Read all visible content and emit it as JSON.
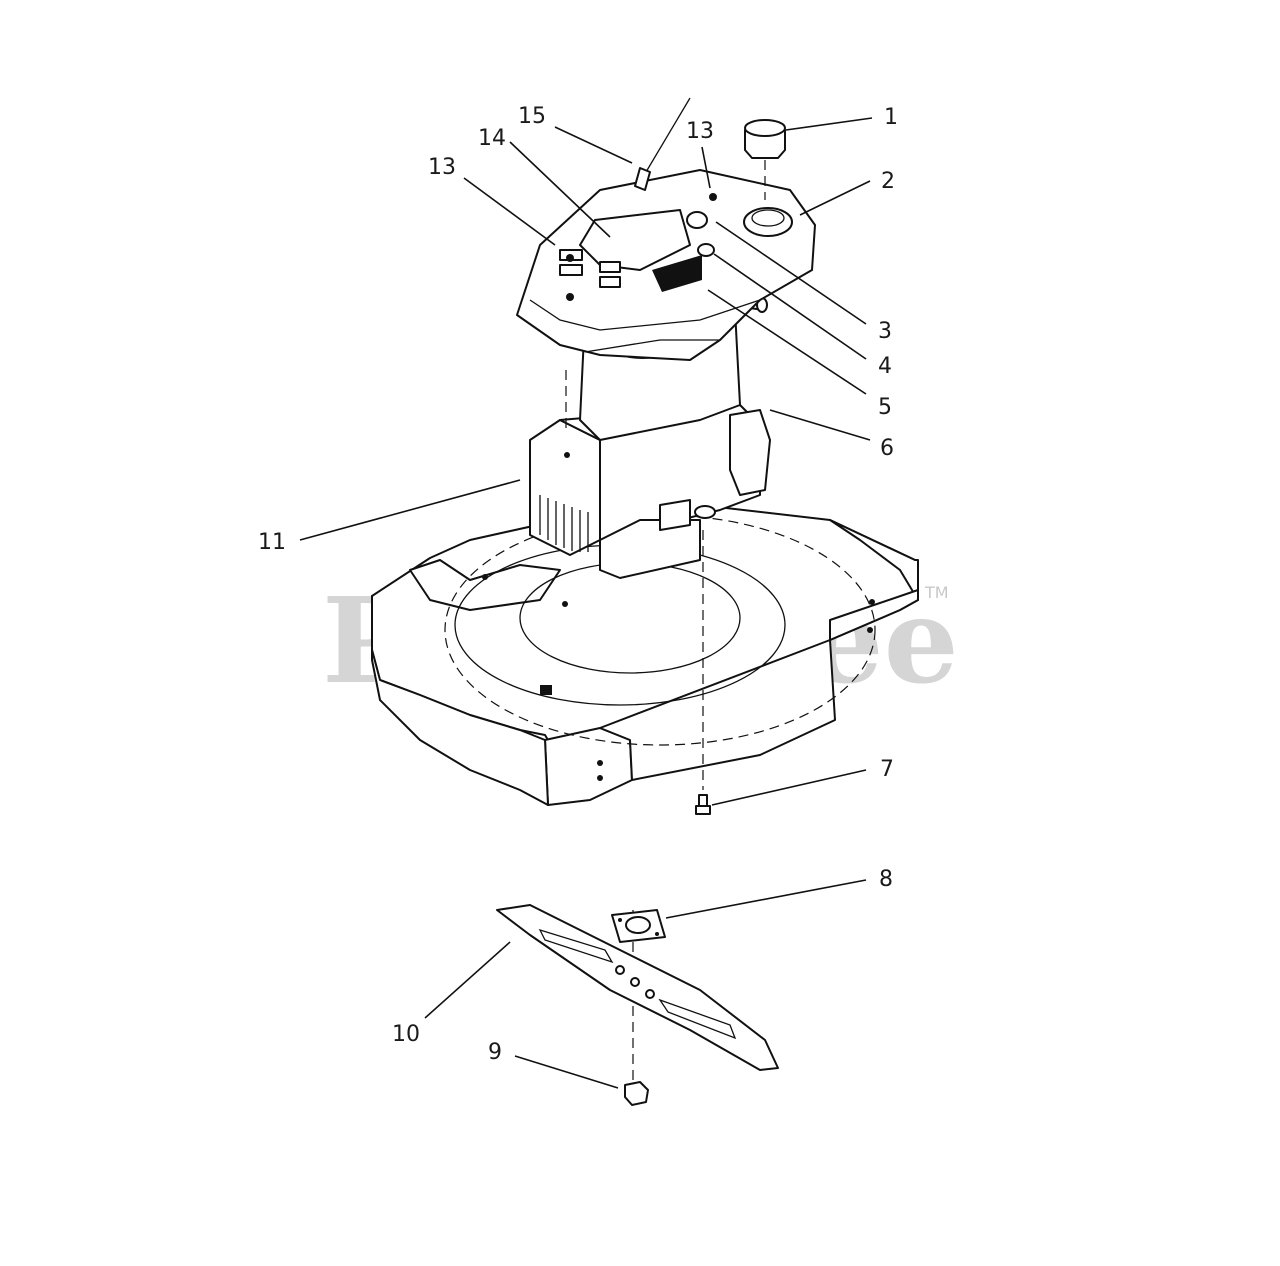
{
  "diagram": {
    "watermark": {
      "text": "PartsTree",
      "trademark": "TM"
    },
    "callouts": {
      "c1": "1",
      "c2": "2",
      "c3": "3",
      "c4": "4",
      "c5": "5",
      "c6": "6",
      "c7": "7",
      "c8": "8",
      "c9": "9",
      "c10": "10",
      "c11": "11",
      "c13_left": "13",
      "c13_top": "13",
      "c14": "14",
      "c15": "15"
    }
  }
}
